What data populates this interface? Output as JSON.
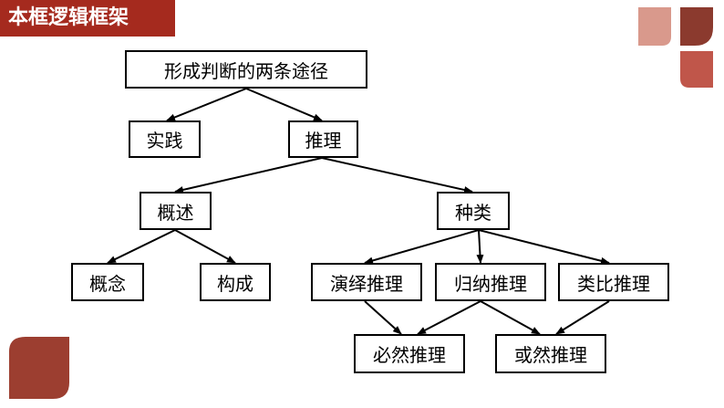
{
  "header": {
    "title": "本框逻辑框架"
  },
  "diagram": {
    "root": "形成判断的两条途径",
    "practice": "实践",
    "inference": "推理",
    "overview": "概述",
    "kinds": "种类",
    "concept": "概念",
    "composition": "构成",
    "deductive": "演绎推理",
    "inductive": "归纳推理",
    "analogical": "类比推理",
    "necessary": "必然推理",
    "probable": "或然推理"
  },
  "colors": {
    "title_bar": "#a52a1e",
    "petal_light": "#d9998c",
    "petal_dark": "#8b3a2e",
    "petal_mid": "#c0564a"
  }
}
